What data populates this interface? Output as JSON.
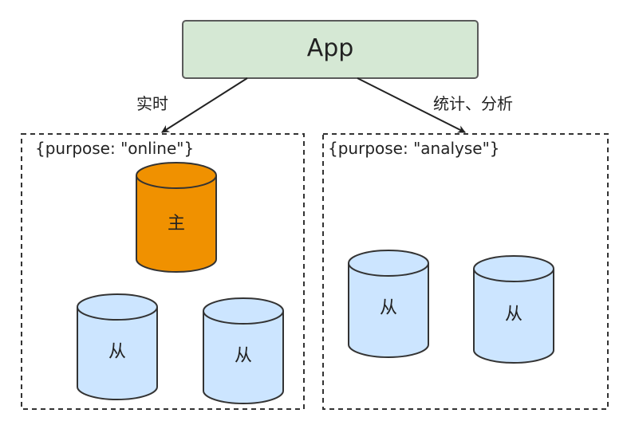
{
  "app": {
    "label": "App"
  },
  "edges": {
    "online": {
      "label": "实时"
    },
    "analyse": {
      "label": "统计、分析"
    }
  },
  "groups": {
    "online": {
      "label": "{purpose: \"online\"}"
    },
    "analyse": {
      "label": "{purpose: \"analyse\"}"
    }
  },
  "nodes": {
    "primary": {
      "label": "主"
    },
    "online_replica_1": {
      "label": "从"
    },
    "online_replica_2": {
      "label": "从"
    },
    "analyse_replica_1": {
      "label": "从"
    },
    "analyse_replica_2": {
      "label": "从"
    }
  },
  "colors": {
    "app_fill": "#d5e8d4",
    "app_stroke": "#82b366",
    "primary_fill": "#f08c00",
    "primary_stroke": "#333333",
    "replica_fill": "#cce5ff",
    "replica_stroke": "#333333",
    "group_stroke": "#333333"
  }
}
